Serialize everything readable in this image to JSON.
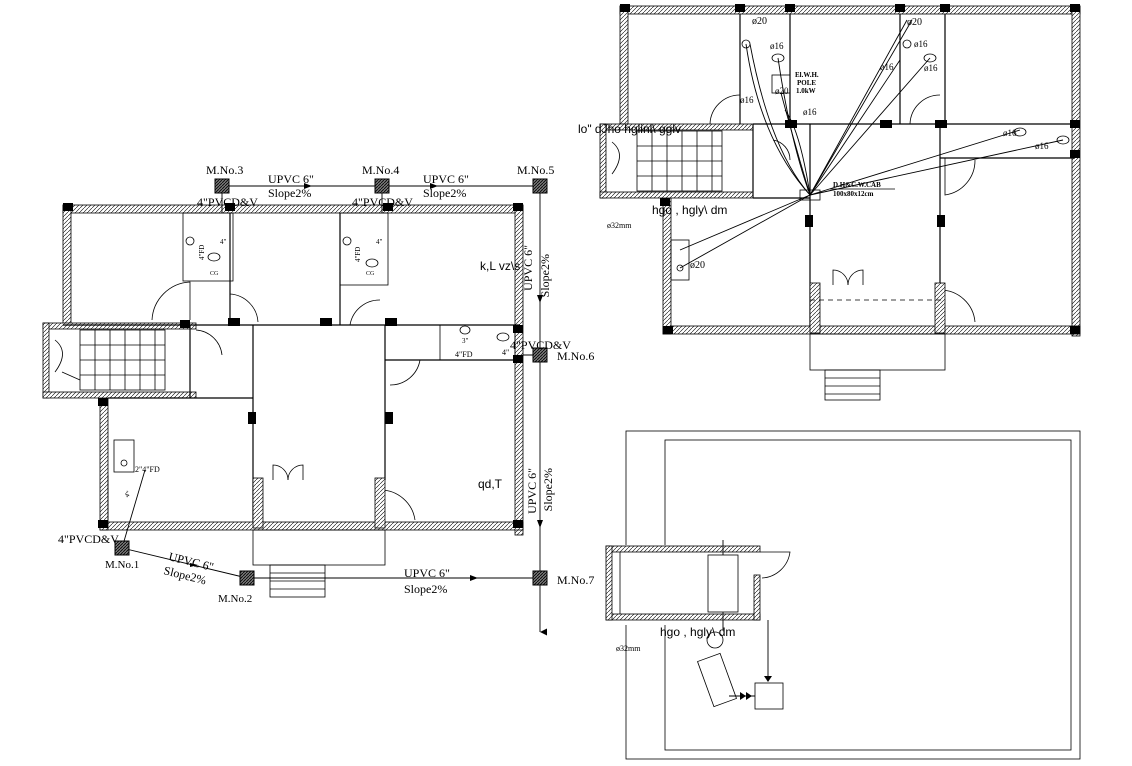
{
  "manholes": {
    "m1": "M.No.1",
    "m2": "M.No.2",
    "m3": "M.No.3",
    "m4": "M.No.4",
    "m5": "M.No.5",
    "m6": "M.No.6",
    "m7": "M.No.7"
  },
  "pipes": {
    "upvc_6": "UPVC  6\"",
    "upvc_6_b": "UPVC 6\"",
    "slope": "Slope2%",
    "pvcdv": "4\"PVCD&V",
    "pvcdv_s": "4\"PVCD&V",
    "fd_4": "4\"FD",
    "fd_3": "3\"",
    "dim_4": "4\"",
    "fd_label": "4\"FD",
    "fd_2": "2\"",
    "fd_kitchen": "2\"4\"FD",
    "fd_small": "4\""
  },
  "room_labels": {
    "kitchen_right": "k,L  vz\\s",
    "hall_right": "qd,T",
    "lobby_top": "lo\"  dJho hglinl\\ gglv",
    "hgo_top": "hgo  ,  hgly\\ dm",
    "hgo_bottom": "hgo  ,  hgly\\ dm",
    "fixture_sym": "CG"
  },
  "plumbing": {
    "d20_a": "ø20",
    "d20_b": "ø20",
    "d20_c": "ø20",
    "d16_a": "ø16",
    "d16_b": "ø16",
    "d16_c": "ø16",
    "d16_d": "ø16",
    "d16_e": "ø16",
    "d16_f": "ø16",
    "d16_g": "ø16",
    "d16_h": "ø16",
    "d32_a": "ø32mm",
    "d32_b": "ø32mm",
    "ewh_1": "El.W.H.",
    "ewh_2": "POLE",
    "ewh_3": "1.0kW",
    "cab_1": "D.H&C.W.CAB",
    "cab_2": "100x80x12cm"
  }
}
